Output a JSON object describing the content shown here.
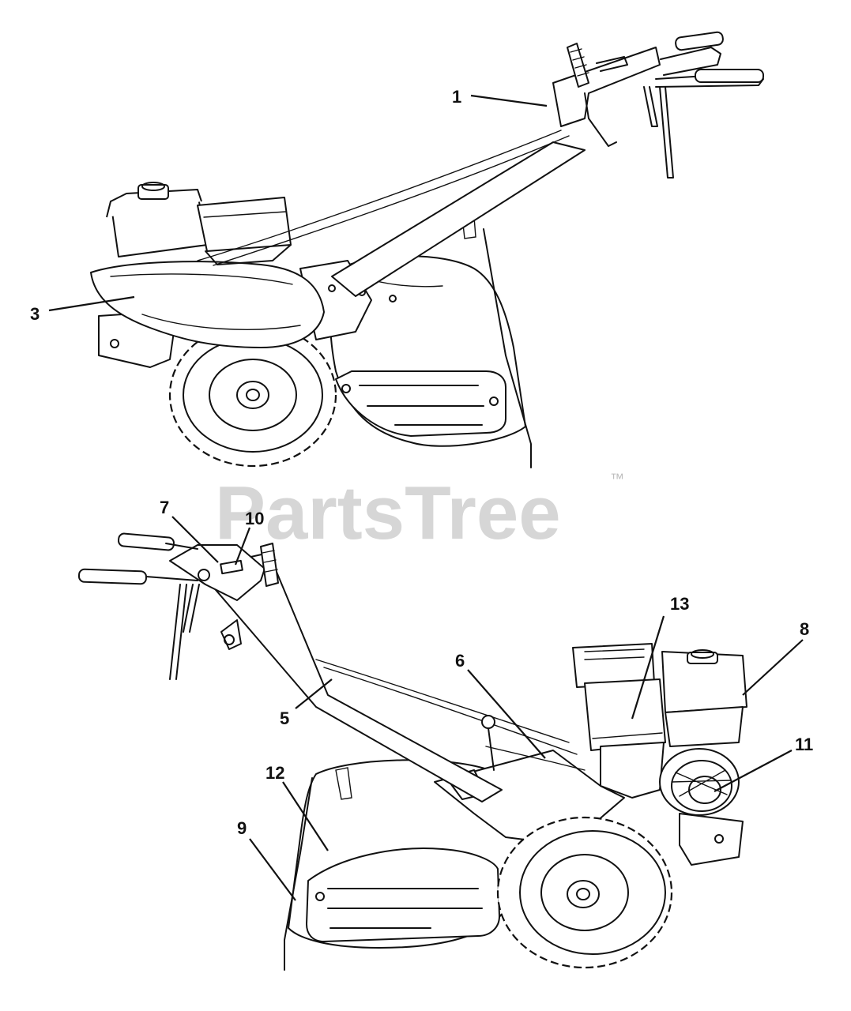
{
  "watermark": {
    "text": "PartsTree",
    "trademark": "™"
  },
  "callouts": [
    {
      "id": "c1",
      "number": "1"
    },
    {
      "id": "c3",
      "number": "3"
    },
    {
      "id": "c5",
      "number": "5"
    },
    {
      "id": "c6",
      "number": "6"
    },
    {
      "id": "c7",
      "number": "7"
    },
    {
      "id": "c8",
      "number": "8"
    },
    {
      "id": "c9",
      "number": "9"
    },
    {
      "id": "c10",
      "number": "10"
    },
    {
      "id": "c11",
      "number": "11"
    },
    {
      "id": "c12",
      "number": "12"
    },
    {
      "id": "c13",
      "number": "13"
    }
  ],
  "colors": {
    "ink": "#111111",
    "watermark": "#cfcfcf",
    "background": "#ffffff"
  }
}
